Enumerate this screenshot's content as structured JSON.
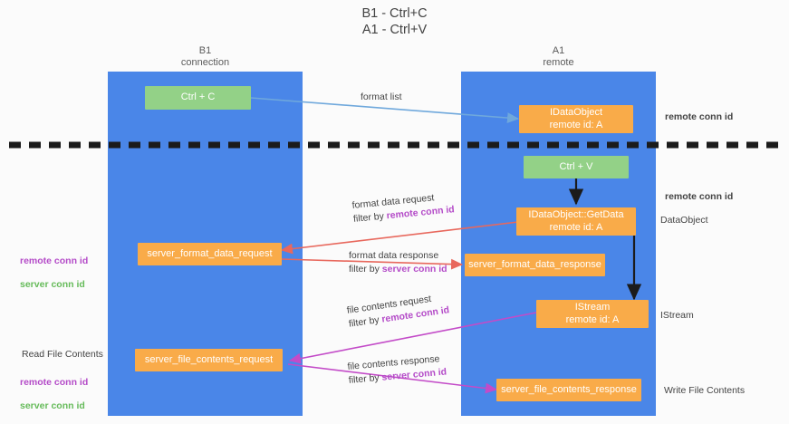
{
  "title": "B1 - Ctrl+C\nA1 - Ctrl+V",
  "colors": {
    "lane": "#4a86e8",
    "green_node": "#93d187",
    "orange_node": "#f9ab49",
    "purple": "#b44bc8",
    "green_text": "#66bb5a",
    "red_arrow": "#e8685d",
    "magenta_arrow": "#c34bc8",
    "blue_arrow": "#6fa8dc",
    "black_arrow": "#000000",
    "background": "#fbfbfb"
  },
  "lanes": [
    {
      "name": "left-lane",
      "title": "B1\nconnection"
    },
    {
      "name": "right-lane",
      "title": "A1\nremote"
    }
  ],
  "nodes": {
    "ctrl_c": {
      "line1": "Ctrl + C",
      "line2": ""
    },
    "idataobject": {
      "line1": "IDataObject",
      "line2": "remote id: A"
    },
    "ctrl_v": {
      "line1": "Ctrl + V",
      "line2": ""
    },
    "getdata": {
      "line1": "IDataObject::GetData",
      "line2": "remote id: A"
    },
    "server_format_data_request": {
      "line1": "server_format_data_request",
      "line2": ""
    },
    "server_format_data_response": {
      "line1": "server_format_data_response",
      "line2": ""
    },
    "istream": {
      "line1": "IStream",
      "line2": "remote id: A"
    },
    "server_file_contents_request": {
      "line1": "server_file_contents_request",
      "line2": ""
    },
    "server_file_contents_response": {
      "line1": "server_file_contents_response",
      "line2": ""
    }
  },
  "edges": [
    {
      "name": "format-list",
      "line1": "format list",
      "line2": "",
      "line2_prefix": "",
      "line2_accent": "",
      "accent_color": ""
    },
    {
      "name": "format-data-request",
      "line1": "format data request",
      "line2_prefix": "filter by ",
      "line2_accent": "remote conn id",
      "accent_color": "purple"
    },
    {
      "name": "format-data-response",
      "line1": "format data response",
      "line2_prefix": "filter by ",
      "line2_accent": "server conn id",
      "accent_color": "purple"
    },
    {
      "name": "file-contents-request",
      "line1": "file contents request",
      "line2_prefix": "filter by ",
      "line2_accent": "remote conn id",
      "accent_color": "purple"
    },
    {
      "name": "file-contents-response",
      "line1": "file contents response",
      "line2_prefix": "filter by ",
      "line2_accent": "server conn id",
      "accent_color": "purple"
    }
  ],
  "annotations": {
    "right_top_conn": "remote conn id",
    "right_mid_conn": "remote conn id",
    "right_dataobject": "DataObject",
    "right_istream": "IStream",
    "right_write_file": "Write File Contents",
    "left_mid_remote": "remote conn id",
    "left_mid_server": "server conn id",
    "left_read_file": "Read File Contents",
    "left_bottom_remote": "remote conn id",
    "left_bottom_server": "server conn id"
  }
}
